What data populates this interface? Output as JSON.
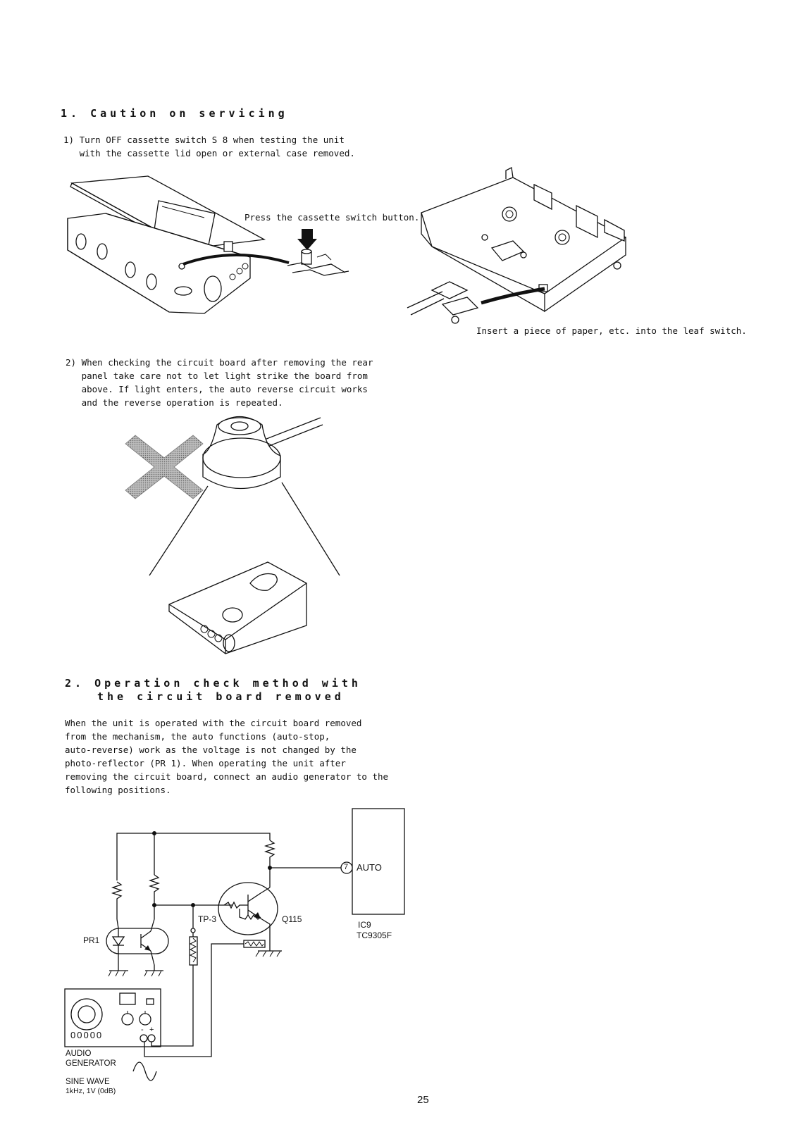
{
  "section1": {
    "heading": "1. Caution on servicing",
    "item1_line1": "1) Turn OFF cassette switch S 8 when testing the unit",
    "item1_line2": "   with the cassette lid open or external case removed.",
    "press_caption": "Press the cassette switch button.",
    "insert_caption": "Insert a piece of paper, etc. into the leaf switch.",
    "item2_lines": [
      "2) When checking the circuit board after removing the rear",
      "   panel take care not to let light strike the board from",
      "   above. If light enters, the auto reverse circuit works",
      "   and the reverse operation is repeated."
    ]
  },
  "section2": {
    "heading_line1": "2. Operation check method with",
    "heading_line2": "the circuit board removed",
    "paragraph_lines": [
      "When the unit is operated with the circuit board removed",
      "from the mechanism, the auto functions (auto-stop,",
      "auto-reverse) work as the voltage is not changed by the",
      "photo-reflector (PR 1). When operating the unit after",
      "removing the circuit board, connect an audio generator to the",
      "following positions."
    ]
  },
  "circuit": {
    "pin_number": "7",
    "auto_label": "AUTO",
    "ic_label": "IC9",
    "ic_part": "TC9305F",
    "tp_label": "TP-3",
    "q_label": "Q115",
    "pr_label": "PR1",
    "generator_line1": "AUDIO",
    "generator_line2": "GENERATOR",
    "sine_line1": "SINE WAVE",
    "sine_line2": "1kHz, 1V (0dB)",
    "generator_digits": "00000",
    "minus_sign": "-",
    "plus_sign": "+"
  },
  "page_number": "25"
}
